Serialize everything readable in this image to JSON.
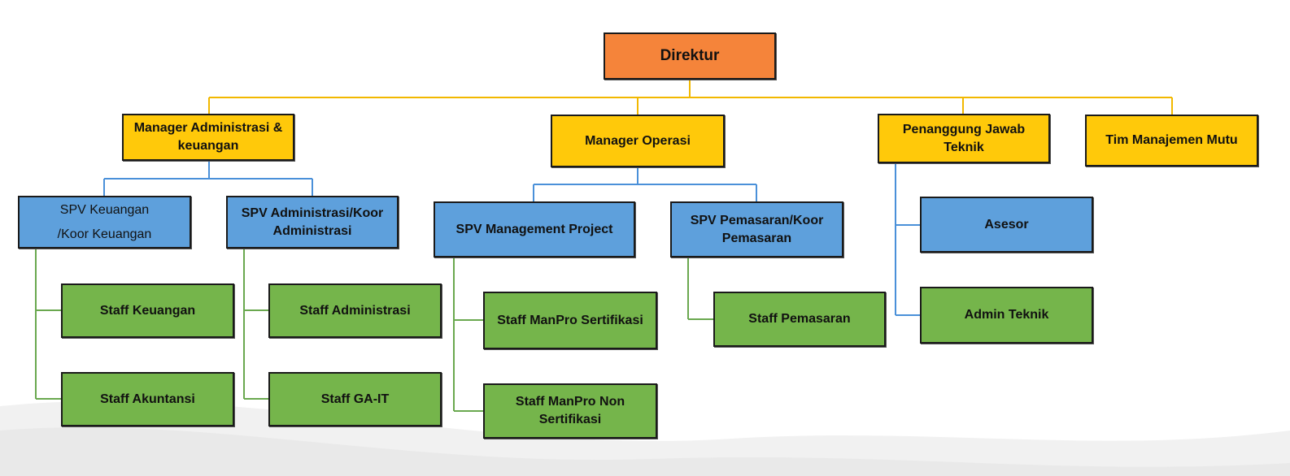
{
  "colors": {
    "director": "#f5843a",
    "manager": "#ffc90a",
    "supervisor": "#5ea0dc",
    "staff": "#75b54b",
    "line_manager": "#f2b800",
    "line_supervisor": "#4a90d9",
    "line_staff": "#6aa84f"
  },
  "nodes": {
    "direktur": "Direktur",
    "manager_admin_keuangan": "Manager Administrasi & keuangan",
    "manager_operasi": "Manager Operasi",
    "penanggung_jawab_teknik": "Penanggung Jawab Teknik",
    "tim_manajemen_mutu": "Tim Manajemen Mutu",
    "spv_keuangan_line1": "SPV Keuangan",
    "spv_keuangan_line2": "/Koor Keuangan",
    "spv_administrasi": "SPV Administrasi/Koor Administrasi",
    "spv_management_project": "SPV Management Project",
    "spv_pemasaran": "SPV Pemasaran/Koor Pemasaran",
    "asesor": "Asesor",
    "admin_teknik": "Admin Teknik",
    "staff_keuangan": "Staff Keuangan",
    "staff_akuntansi": "Staff Akuntansi",
    "staff_administrasi": "Staff Administrasi",
    "staff_ga_it": "Staff GA-IT",
    "staff_manpro_sertifikasi": "Staff ManPro Sertifikasi",
    "staff_manpro_non_sertifikasi": "Staff ManPro Non Sertifikasi",
    "staff_pemasaran": "Staff Pemasaran"
  }
}
